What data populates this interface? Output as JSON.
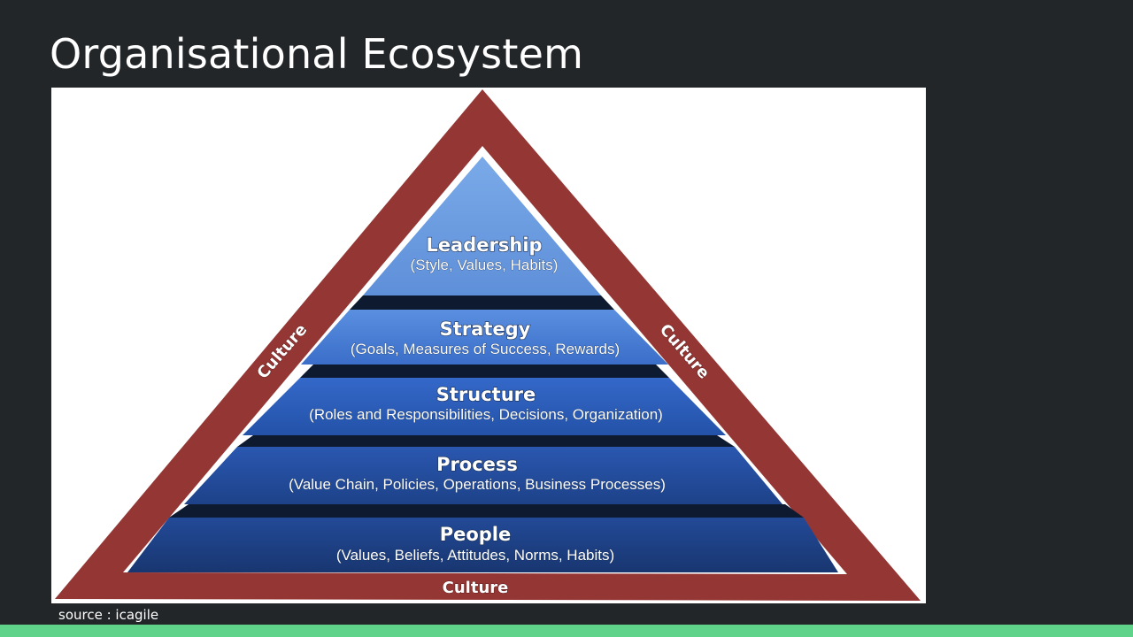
{
  "slide": {
    "title": "Organisational Ecosystem",
    "source": "source : icagile"
  },
  "diagram": {
    "frame_color": "#943634",
    "culture_labels": [
      "Culture",
      "Culture",
      "Culture"
    ],
    "tiers": [
      {
        "title": "Leadership",
        "description": "(Style, Values, Habits)",
        "color": "#6b9de0"
      },
      {
        "title": "Strategy",
        "description": "(Goals, Measures of Success, Rewards)",
        "color": "#4a7fd6"
      },
      {
        "title": "Structure",
        "description": "(Roles and Responsibilities, Decisions, Organization)",
        "color": "#2d5fbe"
      },
      {
        "title": "Process",
        "description": "(Value Chain, Policies, Operations, Business Processes)",
        "color": "#244d9f"
      },
      {
        "title": "People",
        "description": "(Values, Beliefs, Attitudes, Norms, Habits)",
        "color": "#1e3f84"
      }
    ]
  },
  "colors": {
    "background": "#222629",
    "footer_bar": "#5fd38a"
  }
}
